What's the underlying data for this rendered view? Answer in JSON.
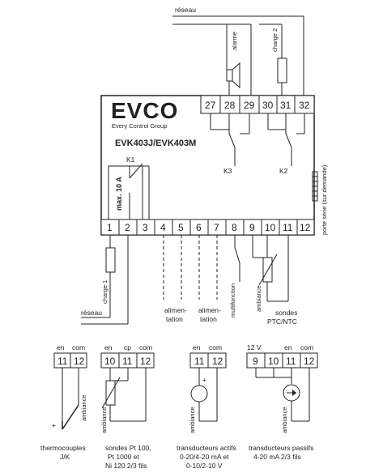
{
  "brand": {
    "logo": "EVCO",
    "tagline": "Every Control Group",
    "model": "EVK403J/EVK403M"
  },
  "top": {
    "reseau": "réseau",
    "alarme": "alarme",
    "charge2": "charge 2",
    "terminals": [
      "27",
      "28",
      "29",
      "30",
      "31",
      "32"
    ],
    "relay_k3": "K3",
    "relay_k2": "K2",
    "porte_serie": "porte série (sur demande)"
  },
  "bottom": {
    "relay_k1": "K1",
    "max10a": "max. 10 A",
    "terminals": [
      "1",
      "2",
      "3",
      "4",
      "5",
      "6",
      "7",
      "8",
      "9",
      "10",
      "11",
      "12"
    ],
    "charge1": "charge 1",
    "reseau": "réseau",
    "alim1": [
      "alimen-",
      "tation"
    ],
    "alim2": [
      "alimen-",
      "tation"
    ],
    "multifonction": "multifonction",
    "ambiance": "ambiance",
    "sondes": [
      "sondes",
      "PTC/NTC"
    ]
  },
  "examples": [
    {
      "header": [
        "en",
        "com"
      ],
      "terminals": [
        "11",
        "12"
      ],
      "ambiance": "ambiance",
      "plus": "+",
      "caption": [
        "thermocouples",
        "J/K"
      ]
    },
    {
      "header": [
        "en",
        "cp",
        "com"
      ],
      "terminals": [
        "10",
        "11",
        "12"
      ],
      "ambiance": "ambiance",
      "caption": [
        "sondes Pt 100,",
        "Pt 1000 et",
        "Ni 120 2/3 fils"
      ]
    },
    {
      "header": [
        "en",
        "com"
      ],
      "terminals": [
        "11",
        "12"
      ],
      "ambiance": "ambiance",
      "plus": "+",
      "caption": [
        "transducteurs actifs",
        "0-20/4-20 mA et",
        "0-10/2-10 V"
      ]
    },
    {
      "header": [
        "12 V",
        "en",
        "com"
      ],
      "terminals": [
        "9",
        "10",
        "11",
        "12"
      ],
      "ambiance": "ambiance",
      "caption": [
        "transducteurs passifs",
        "4-20 mA 2/3 fils"
      ]
    }
  ]
}
